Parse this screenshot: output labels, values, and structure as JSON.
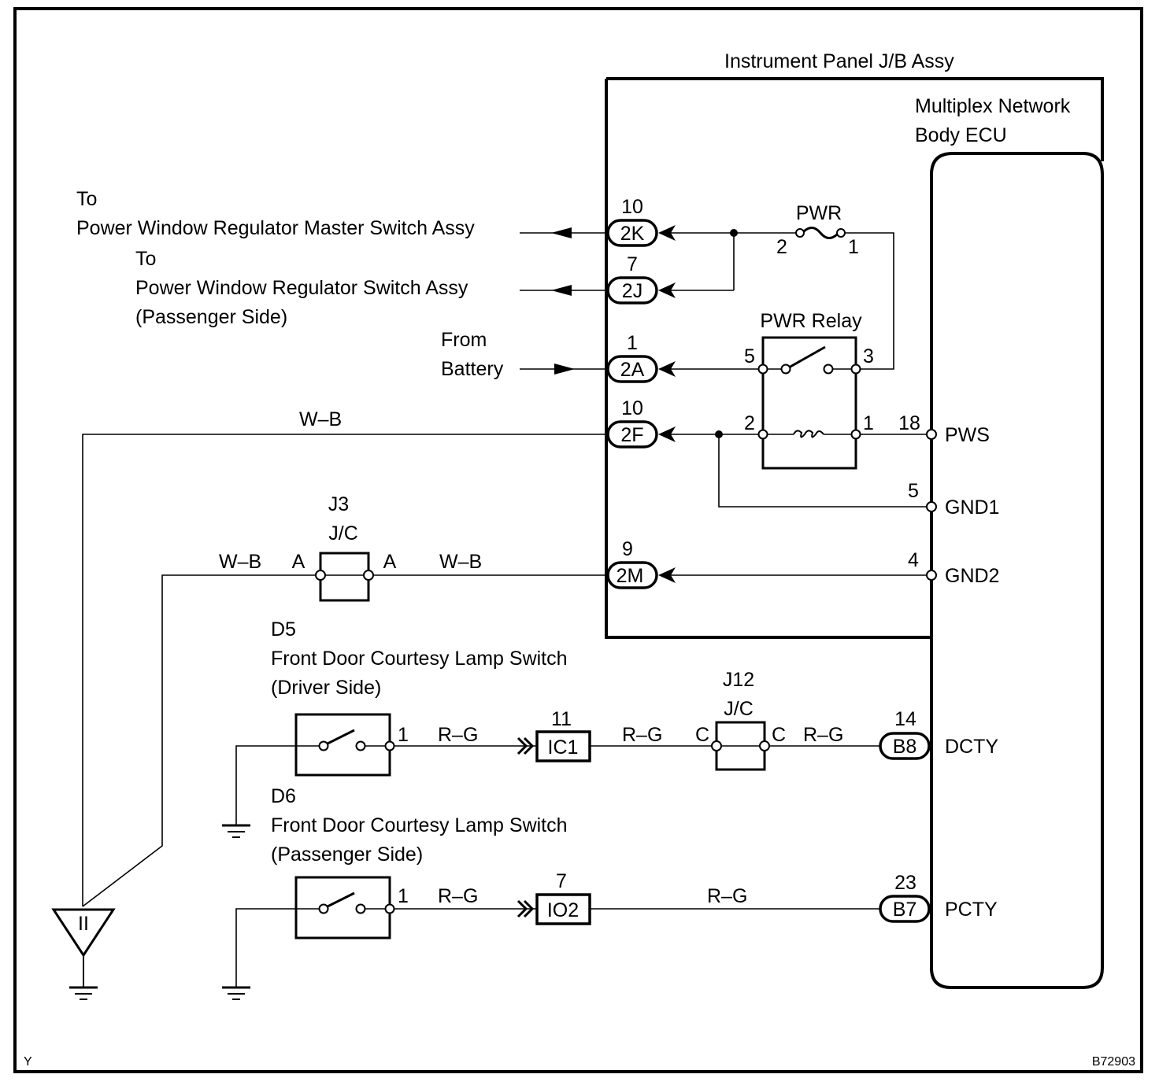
{
  "figure_code": "B72903",
  "corner_mark": "Y",
  "jb_assy": {
    "label": "Instrument Panel J/B Assy"
  },
  "ecu": {
    "label_line1": "Multiplex Network",
    "label_line2": "Body ECU",
    "pins": [
      {
        "pin": "18",
        "name": "PWS"
      },
      {
        "pin": "5",
        "name": "GND1"
      },
      {
        "pin": "4",
        "name": "GND2"
      },
      {
        "pin": "14",
        "name": "DCTY",
        "connector": "B8"
      },
      {
        "pin": "23",
        "name": "PCTY",
        "connector": "B7"
      }
    ]
  },
  "jb_connectors": [
    {
      "pin": "10",
      "code": "2K"
    },
    {
      "pin": "7",
      "code": "2J"
    },
    {
      "pin": "1",
      "code": "2A"
    },
    {
      "pin": "10",
      "code": "2F"
    },
    {
      "pin": "9",
      "code": "2M"
    }
  ],
  "external": {
    "master_switch": {
      "line1": "To",
      "line2": "Power Window Regulator Master Switch Assy"
    },
    "passenger_switch": {
      "line1": "To",
      "line2": "Power Window Regulator Switch Assy",
      "line3": "(Passenger Side)"
    },
    "battery": {
      "line1": "From",
      "line2": "Battery"
    }
  },
  "fuse": {
    "label": "PWR",
    "pin_left": "2",
    "pin_right": "1"
  },
  "relay": {
    "label": "PWR Relay",
    "pin_5": "5",
    "pin_3": "3",
    "pin_2": "2",
    "pin_1": "1"
  },
  "wires": {
    "wb": "W–B",
    "rg": "R–G"
  },
  "j3": {
    "id": "J3",
    "type": "J/C",
    "pin_left": "A",
    "pin_right": "A"
  },
  "j12": {
    "id": "J12",
    "type": "J/C",
    "pin_left": "C",
    "pin_right": "C"
  },
  "d5": {
    "id": "D5",
    "name": "Front Door Courtesy Lamp Switch",
    "side": "(Driver Side)",
    "pin": "1"
  },
  "d6": {
    "id": "D6",
    "name": "Front Door Courtesy Lamp Switch",
    "side": "(Passenger Side)",
    "pin": "1"
  },
  "ic1": {
    "pin": "11",
    "code": "IC1"
  },
  "io2": {
    "pin": "7",
    "code": "IO2"
  },
  "ground_point": {
    "label": "II"
  }
}
